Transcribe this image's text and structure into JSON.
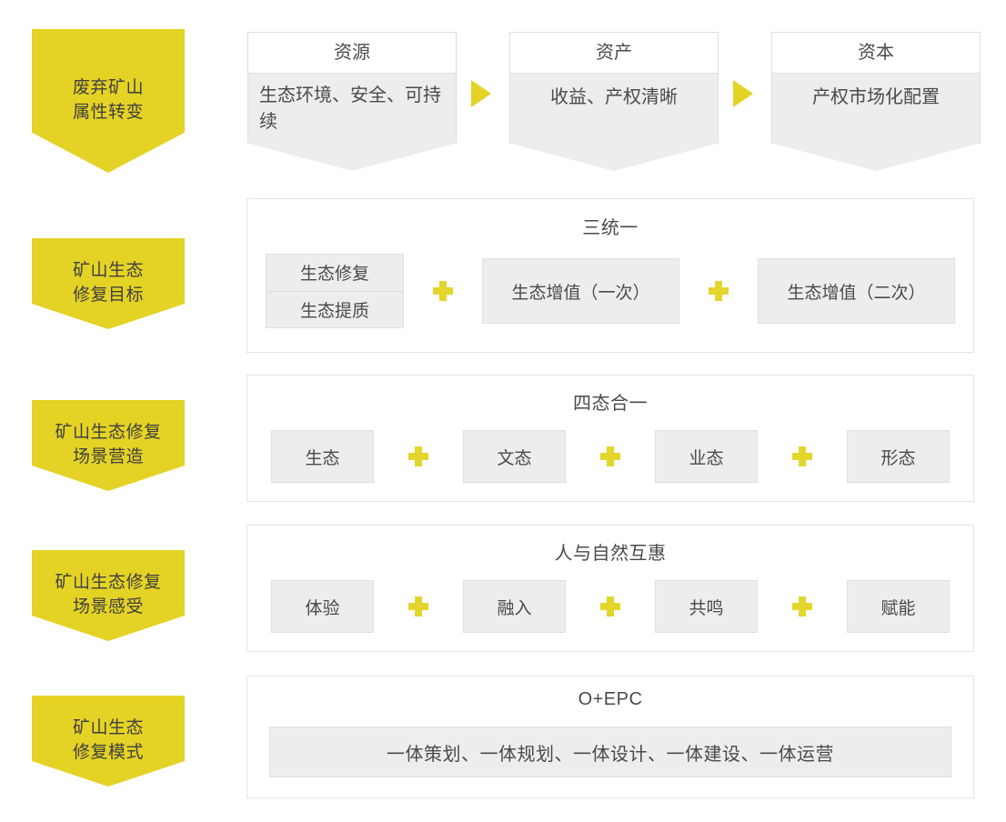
{
  "theme": {
    "accent_yellow": "#e4d225",
    "plus_yellow": "#e4d52c",
    "chip_fill": "#ededee",
    "border_gray": "#e0e0e0",
    "text_gray": "#4a4a4a"
  },
  "rows": [
    {
      "id": "attribute-transition",
      "banner": {
        "line1": "废弃矿山",
        "line2": "属性转变"
      },
      "flow": [
        {
          "head": "资源",
          "body": "生态环境、安全、可持续",
          "centered": false
        },
        {
          "head": "资产",
          "body": "收益、产权清晰",
          "centered": true
        },
        {
          "head": "资本",
          "body": "产权市场化配置",
          "centered": true
        }
      ],
      "connector_icon": "triangle-right-icon"
    },
    {
      "id": "restoration-goal",
      "banner": {
        "line1": "矿山生态",
        "line2": "修复目标"
      },
      "title": "三统一",
      "stack": [
        "生态修复",
        "生态提质"
      ],
      "chips": [
        "生态增值（一次）",
        "生态增值（二次）"
      ],
      "operator_icon": "plus-icon",
      "operator_label": "+"
    },
    {
      "id": "scene-creation",
      "banner": {
        "line1": "矿山生态修复",
        "line2": "场景营造"
      },
      "title": "四态合一",
      "chips": [
        "生态",
        "文态",
        "业态",
        "形态"
      ],
      "operator_icon": "plus-icon",
      "operator_label": "+"
    },
    {
      "id": "scene-experience",
      "banner": {
        "line1": "矿山生态修复",
        "line2": "场景感受"
      },
      "title": "人与自然互惠",
      "chips": [
        "体验",
        "融入",
        "共鸣",
        "赋能"
      ],
      "operator_icon": "plus-icon",
      "operator_label": "+"
    },
    {
      "id": "restoration-model",
      "banner": {
        "line1": "矿山生态",
        "line2": "修复模式"
      },
      "title": "O+EPC",
      "bar": "一体策划、一体规划、一体设计、一体建设、一体运营"
    }
  ]
}
